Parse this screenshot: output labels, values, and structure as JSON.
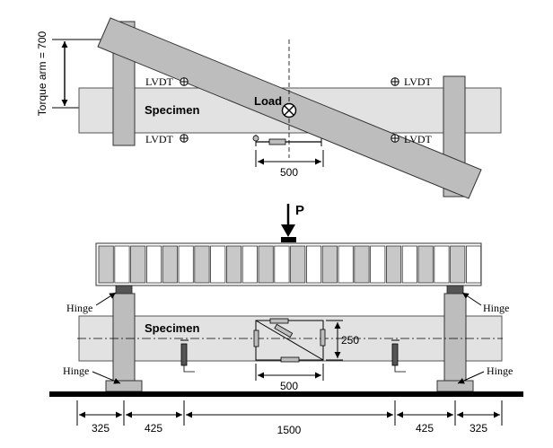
{
  "top_view": {
    "torque_arm_label": "Torque arm = 700",
    "specimen_label": "Specimen",
    "load_label": "Load",
    "lvdt_labels": [
      "LVDT",
      "LVDT",
      "LVDT",
      "LVDT"
    ],
    "gauge_dim": "500"
  },
  "elevation": {
    "load_label": "P",
    "specimen_label": "Specimen",
    "hinge_labels": [
      "Hinge",
      "Hinge",
      "Hinge",
      "Hinge"
    ],
    "height_dim": "250",
    "gauge_dim": "500",
    "span_dims": [
      "325",
      "425",
      "1500",
      "425",
      "325"
    ]
  },
  "colors": {
    "specimen": "#e2e2e2",
    "support": "#bdbdbd",
    "frame_cell": "#c8c8c8"
  }
}
